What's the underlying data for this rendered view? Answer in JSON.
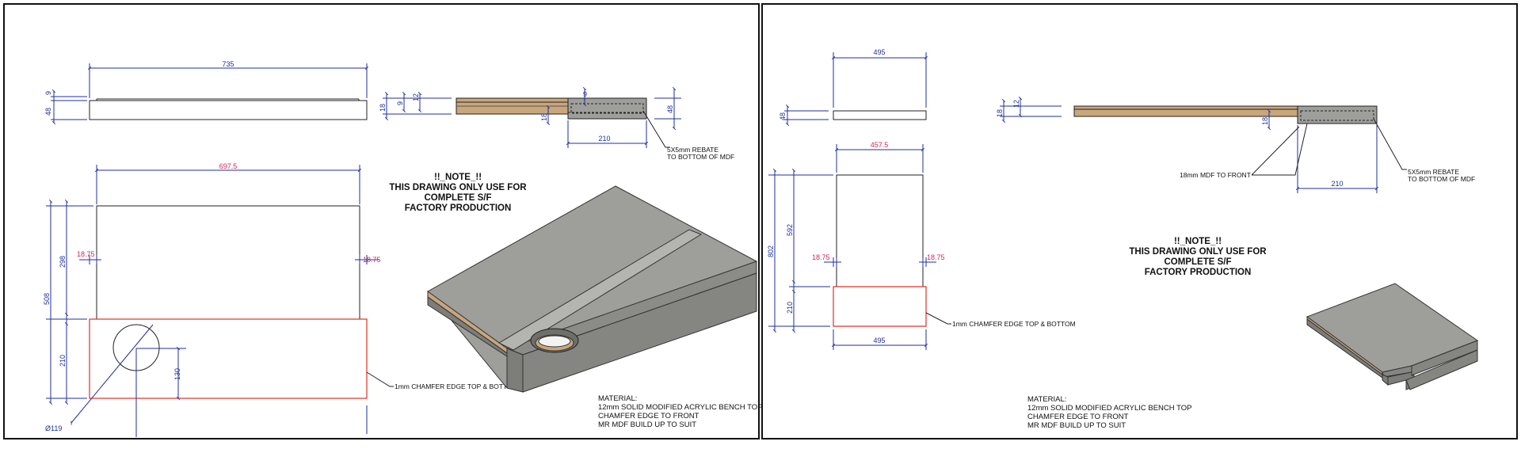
{
  "drawing_left": {
    "dims": {
      "top_width": "735",
      "top_thk": "9",
      "top_height": "48",
      "plan_width": "697.5",
      "overall_depth": "508",
      "upper_depth": "298",
      "front_depth": "210",
      "offset_left": "18.75",
      "offset_right": "18.75",
      "hole_offset": "130",
      "hole_dia": "Ø119"
    },
    "section": {
      "d1": "18",
      "d2": "9",
      "d3": "12",
      "d4": "9",
      "d5": "18",
      "d6": "48",
      "rebate_width": "210",
      "rebate_note_1": "5X5mm REBATE",
      "rebate_note_2": "TO BOTTOM OF MDF"
    },
    "chamfer_note": "1mm CHAMFER EDGE TOP & BOTTOM",
    "note_lines": [
      "!!_NOTE_!!",
      "THIS DRAWING ONLY USE FOR",
      "COMPLETE S/F",
      "FACTORY PRODUCTION"
    ],
    "material_lines": [
      "MATERIAL:",
      "12mm SOLID MODIFIED ACRYLIC BENCH TOP",
      "CHAMFER EDGE TO FRONT",
      "MR MDF BUILD UP TO SUIT"
    ]
  },
  "drawing_right": {
    "dims": {
      "top_width": "495",
      "top_height": "48",
      "plan_width": "457.5",
      "overall_depth": "802",
      "upper_depth": "592",
      "front_depth": "210",
      "offset_left": "18.75",
      "offset_right": "18.75",
      "bottom_width": "495"
    },
    "section": {
      "d1": "18",
      "d2": "12",
      "d3": "18",
      "rebate_width": "210",
      "mdf_note": "18mm MDF TO FRONT",
      "rebate_note_1": "5X5mm REBATE",
      "rebate_note_2": "TO BOTTOM OF MDF"
    },
    "chamfer_note": "1mm CHAMFER EDGE TOP & BOTTOM",
    "note_lines": [
      "!!_NOTE_!!",
      "THIS DRAWING ONLY USE FOR",
      "COMPLETE S/F",
      "FACTORY PRODUCTION"
    ],
    "material_lines": [
      "MATERIAL:",
      "12mm SOLID MODIFIED ACRYLIC BENCH TOP",
      "CHAMFER EDGE TO FRONT",
      "MR MDF BUILD UP TO SUIT"
    ]
  },
  "colors": {
    "dimension": "#1f2f9e",
    "highlight": "#d6245a",
    "edge_red": "#e0302a",
    "wood": "#c9a67c",
    "acrylic_top": "#9e9e9b",
    "acrylic_side": "#7d7d7a"
  }
}
